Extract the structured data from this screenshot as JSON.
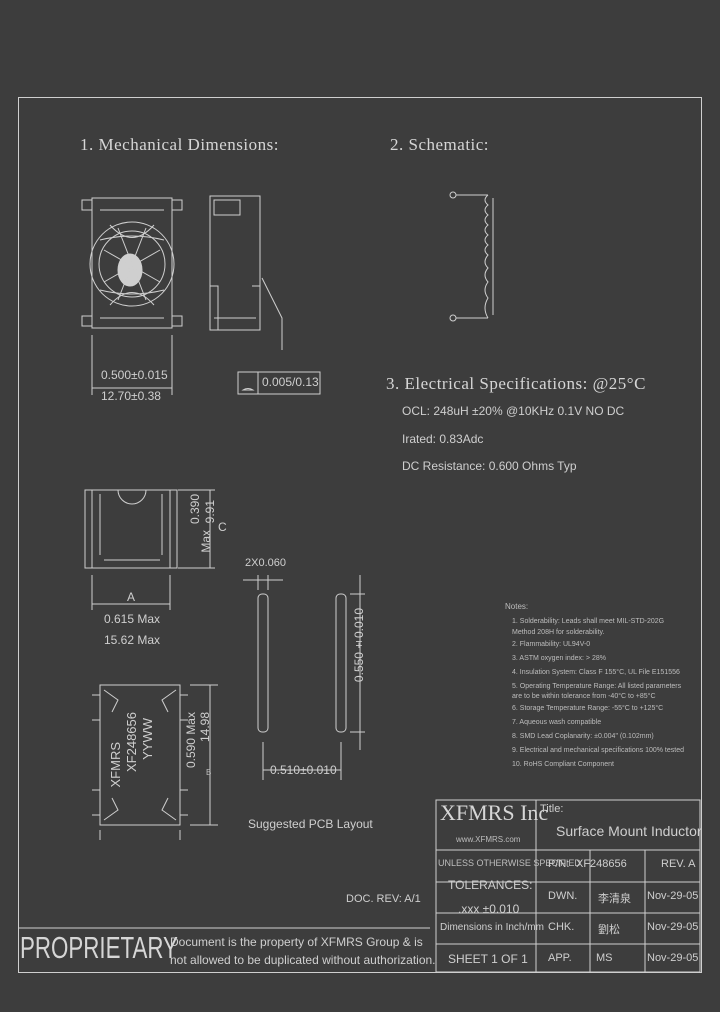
{
  "sections": {
    "mechanical": "1. Mechanical Dimensions:",
    "schematic": "2. Schematic:",
    "electrical": "3. Electrical Specifications: @25°C"
  },
  "specs": {
    "ocl": "OCL: 248uH ±20% @10KHz 0.1V NO DC",
    "irated": "Irated: 0.83Adc",
    "dcr": "DC Resistance: 0.600 Ohms Typ"
  },
  "dims": {
    "width_in": "0.500±0.015",
    "width_mm": "12.70±0.38",
    "flatness": "0.005/0.13",
    "height_in": "0.390",
    "height_mm": "9.91",
    "height_max": "Max",
    "c_label": "C",
    "a_label": "A",
    "len_in": "0.615 Max",
    "len_mm": "15.62 Max",
    "side_in": "0.590 Max",
    "side_mm": "14.98",
    "side_b": "B",
    "pad_width": "2X0.060",
    "pad_len": "0.550±0.010",
    "pad_space": "0.510±0.010",
    "pcb_caption": "Suggested PCB Layout"
  },
  "marking": {
    "brand": "XFMRS",
    "part": "XF248656",
    "date": "YYWW"
  },
  "notes": {
    "title": "Notes:",
    "items": [
      "1. Solderability: Leads shall meet MIL-STD-202G",
      "   Method 208H for solderability.",
      "2. Flammability: UL94V-0",
      "3. ASTM oxygen index: > 28%",
      "4. Insulation System: Class F 155°C, UL File E151556",
      "5. Operating Temperature Range: All listed parameters",
      "   are to be within tolerance from -40°C to +85°C",
      "6. Storage Temperature Range: -55°C to +125°C",
      "7. Aqueous wash compatible",
      "8. SMD Lead Coplanarity: ±0.004\" (0.102mm)",
      "9. Electrical and mechanical specifications 100% tested",
      "10. RoHS Compliant Component"
    ]
  },
  "title_block": {
    "company": "XFMRS Inc",
    "website": "www.XFMRS.com",
    "title_label": "Title:",
    "title_value": "Surface Mount Inductor",
    "unless": "UNLESS OTHERWISE SPECIFIED",
    "tolerances": "TOLERANCES:",
    "tol_value": ".xxx ±0.010",
    "dimensions": "Dimensions in Inch/mm",
    "pn_label": "P/N:",
    "pn_value": "XF248656",
    "rev": "REV. A",
    "dwn_label": "DWN.",
    "dwn_value": "李清泉",
    "dwn_date": "Nov-29-05",
    "chk_label": "CHK.",
    "chk_value": "劉松",
    "chk_date": "Nov-29-05",
    "app_label": "APP.",
    "app_value": "MS",
    "app_date": "Nov-29-05",
    "sheet": "SHEET 1 OF 1",
    "doc_rev": "DOC. REV: A/1",
    "proprietary": "PROPRIETARY",
    "notice1": "Document is the property of XFMRS Group & is",
    "notice2": "not allowed to be duplicated without authorization."
  }
}
